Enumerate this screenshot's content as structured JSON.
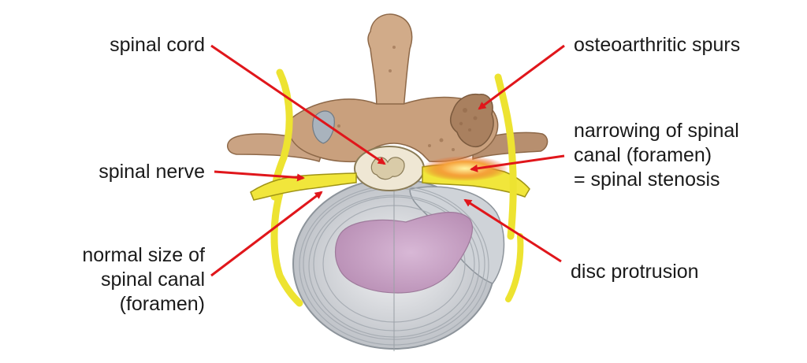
{
  "labels": {
    "spinal_cord": "spinal cord",
    "spinal_nerve": "spinal nerve",
    "normal_canal": [
      "normal size of",
      "spinal canal",
      "(foramen)"
    ],
    "osteoarthritic_spurs": "osteoarthritic spurs",
    "narrowing": [
      "narrowing of spinal",
      "canal (foramen)",
      "= spinal stenosis"
    ],
    "disc_protrusion": "disc protrusion"
  },
  "colors": {
    "arrow": "#e0161b",
    "bone": "#caa383",
    "bone_shadow": "#9c7556",
    "nerve": "#f1e63b",
    "disc_rings": "#d5d9de",
    "nucleus": "#c9a4c7",
    "inflammation": "#f39a28"
  }
}
